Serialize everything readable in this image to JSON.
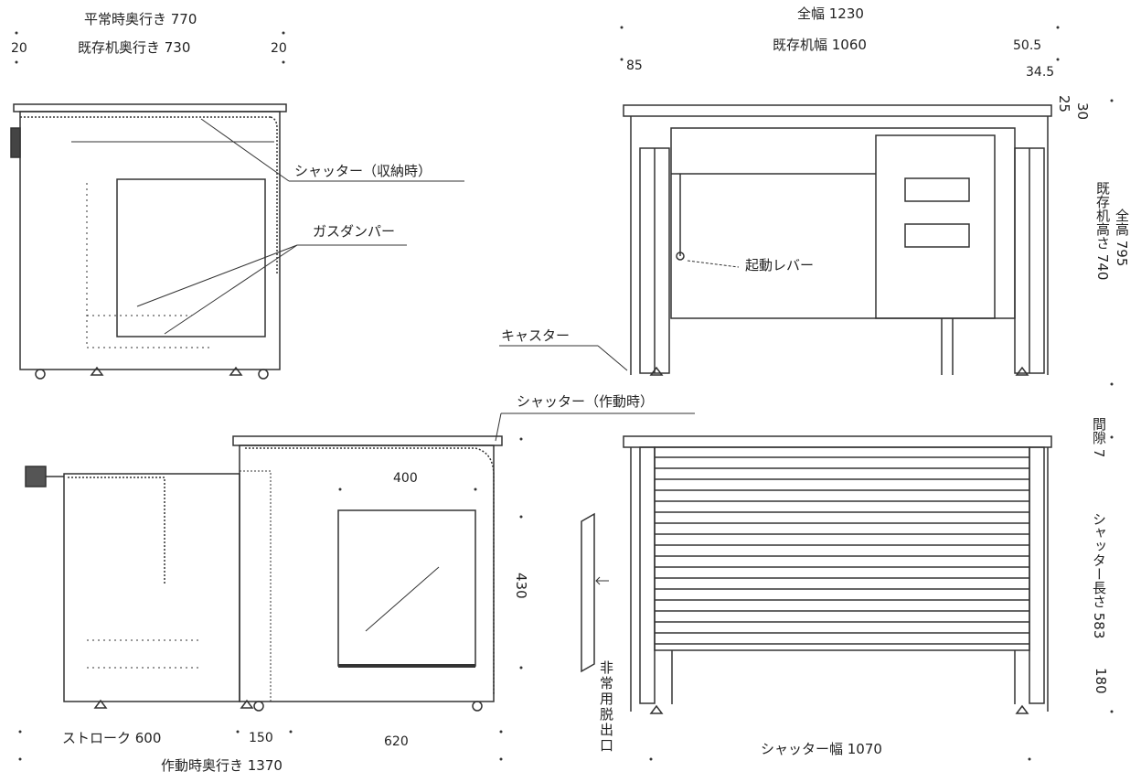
{
  "side_view_top": {
    "depth_normal": "平常時奥行き 770",
    "desk_depth": "既存机奥行き 730",
    "margin_left": "20",
    "margin_right": "20",
    "shutter_stored": "シャッター（収納時）",
    "gas_damper": "ガスダンパー"
  },
  "front_view_top": {
    "overall_width": "全幅 1230",
    "desk_width": "既存机幅 1060",
    "left_offset": "85",
    "right_offset_a": "50.5",
    "right_offset_b": "34.5",
    "top_dim_a": "25",
    "top_dim_b": "30",
    "desk_height": "既存机高さ 740",
    "total_height": "全高 795",
    "start_lever": "起動レバー",
    "caster": "キャスター"
  },
  "side_view_bottom": {
    "shutter_active": "シャッター（作動時）",
    "dim_400": "400",
    "dim_430": "430",
    "stroke": "ストローク 600",
    "dim_150": "150",
    "dim_620": "620",
    "depth_active": "作動時奥行き 1370"
  },
  "front_view_bottom": {
    "emergency_exit": "非常用脱出口",
    "shutter_width": "シャッター幅 1070",
    "shutter_length": "シャッター長さ 583",
    "gap": "間隙 7",
    "dim_180": "180"
  }
}
